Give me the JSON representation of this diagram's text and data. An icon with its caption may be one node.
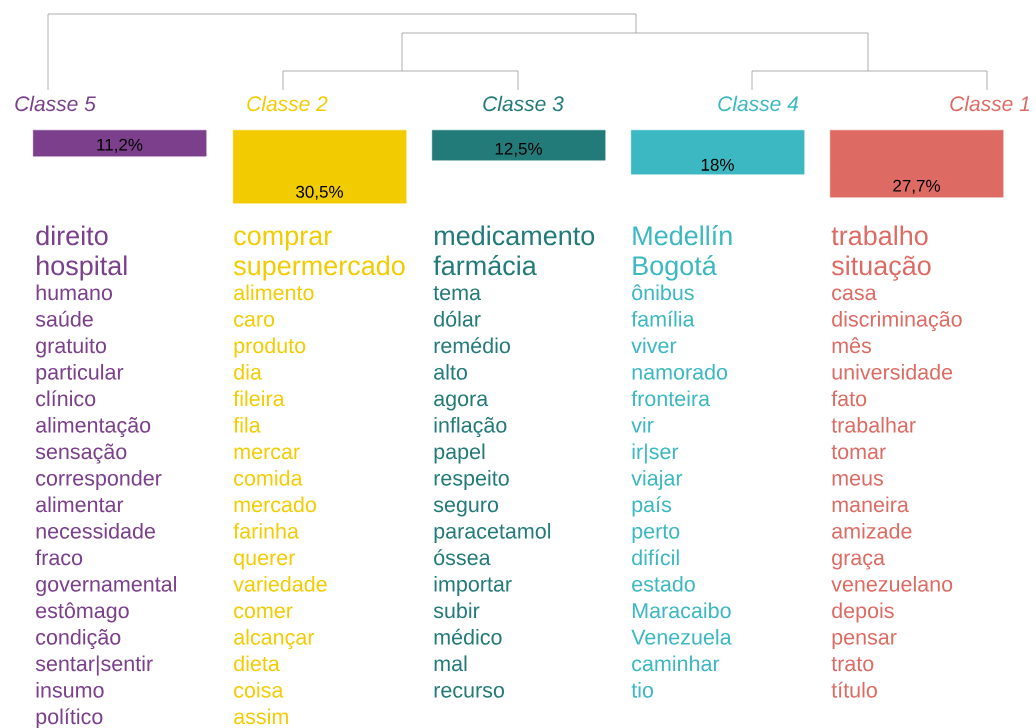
{
  "diagram": {
    "nodes": [
      {
        "text": [
          "Classe 5"
        ]
      },
      {
        "text": [
          "Classe 2"
        ]
      },
      {
        "text": [
          "Classe 3"
        ]
      },
      {
        "text": [
          "Classe 4"
        ]
      },
      {
        "text": [
          "Classe 1"
        ]
      },
      {
        "text": [
          "11,2%"
        ]
      },
      {
        "text": [
          "30,5%"
        ]
      },
      {
        "text": [
          "12,5%"
        ]
      },
      {
        "text": [
          "18%"
        ]
      },
      {
        "text": [
          "27,7%"
        ]
      }
    ],
    "labels": [
      "direito",
      "hospital",
      "humano",
      "saúde",
      "gratuito",
      "particular",
      "clínico",
      "alimentação",
      "sensação",
      "corresponder",
      "alimentar",
      "necessidade",
      "fraco",
      "governamental",
      "estômago",
      "condição",
      "sentar|sentir",
      "insumo",
      "político",
      "comprar",
      "supermercado",
      "alimento",
      "caro",
      "produto",
      "dia",
      "fileira",
      "fila",
      "mercar",
      "comida",
      "mercado",
      "farinha",
      "querer",
      "variedade",
      "comer",
      "alcançar",
      "dieta",
      "coisa",
      "assim",
      "medicamento",
      "farmácia",
      "tema",
      "dólar",
      "remédio",
      "alto",
      "agora",
      "inflação",
      "papel",
      "respeito",
      "seguro",
      "paracetamol",
      "óssea",
      "importar",
      "subir",
      "médico",
      "mal",
      "recurso",
      "Medellín",
      "Bogotá",
      "ônibus",
      "família",
      "viver",
      "namorado",
      "fronteira",
      "vir",
      "ir|ser",
      "viajar",
      "país",
      "perto",
      "difícil",
      "estado",
      "Maracaibo",
      "Venezuela",
      "caminhar",
      "tio",
      "trabalho",
      "situação",
      "casa",
      "discriminação",
      "mês",
      "universidade",
      "fato",
      "trabalhar",
      "tomar",
      "meus",
      "maneira",
      "amizade",
      "graça",
      "venezuelano",
      "depois",
      "pensar",
      "trato",
      "título"
    ]
  }
}
